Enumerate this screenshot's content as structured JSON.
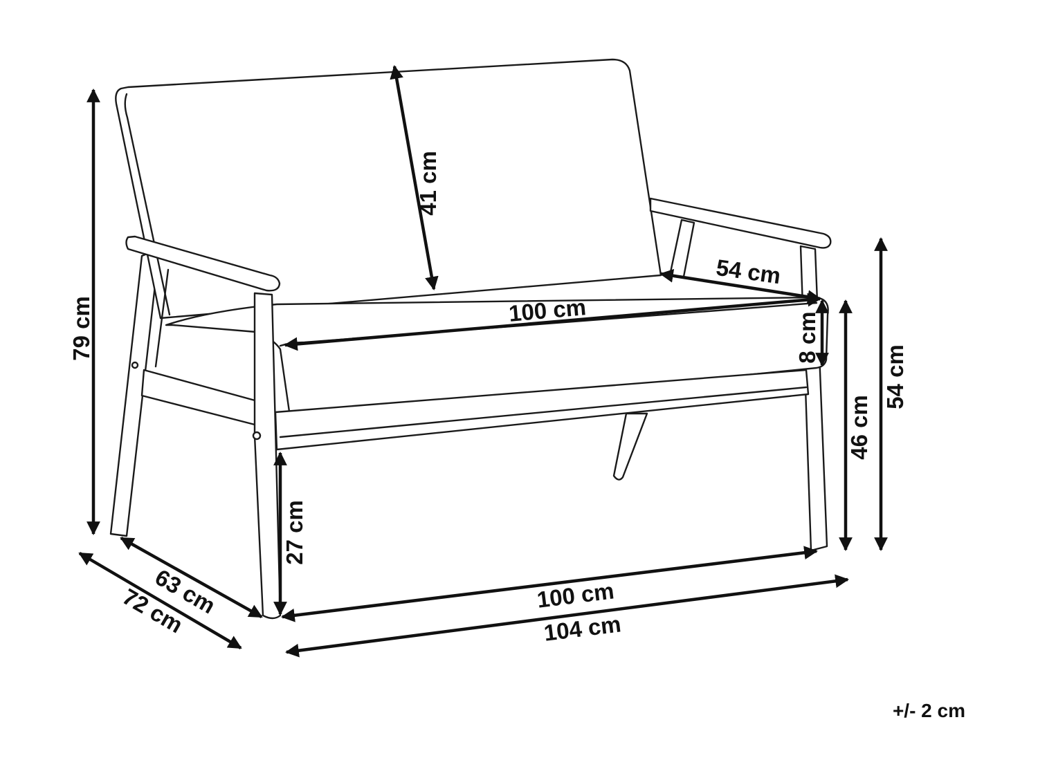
{
  "dimensions": {
    "total_height": "79 cm",
    "backrest_height": "41 cm",
    "seat_depth": "54 cm",
    "seat_width": "100 cm",
    "cushion_thickness": "8 cm",
    "seat_height": "46 cm",
    "armrest_height": "54 cm",
    "leg_clearance": "27 cm",
    "inner_depth": "63 cm",
    "total_depth": "72 cm",
    "inner_width": "100 cm",
    "total_width": "104 cm"
  },
  "tolerance": "+/- 2 cm",
  "colors": {
    "line": "#1a1a1a",
    "background": "#ffffff"
  }
}
